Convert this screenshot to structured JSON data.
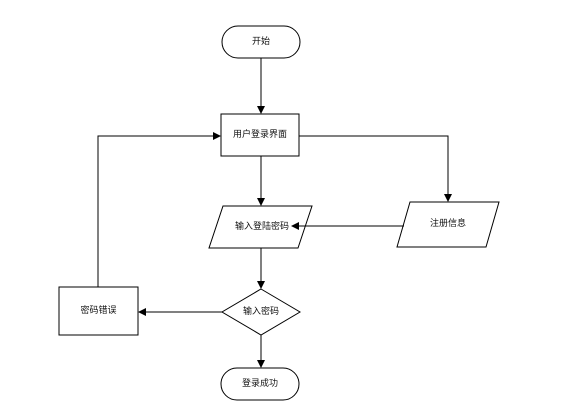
{
  "diagram": {
    "nodes": {
      "start": "开始",
      "login_screen": "用户登录界面",
      "input_password": "输入登陆密码",
      "register_info": "注册信息",
      "password_check": "输入密码",
      "password_error": "密码错误",
      "login_success": "登录成功"
    }
  }
}
